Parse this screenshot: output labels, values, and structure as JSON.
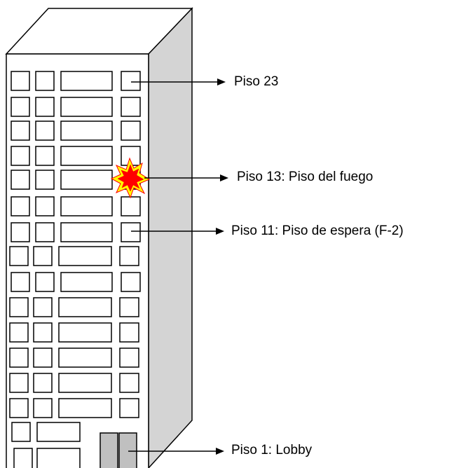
{
  "labels": {
    "floor_top": "Piso 23",
    "floor_fire": "Piso 13: Piso del fuego",
    "floor_staging": "Piso 11: Piso de espera (F-2)",
    "floor_lobby": "Piso 1: Lobby"
  },
  "colors": {
    "building_front": "#ffffff",
    "building_side": "#d4d4d4",
    "outline": "#000000",
    "door": "#c0c0c0",
    "fire_outer": "#ffff00",
    "fire_inner": "#ff0000"
  },
  "icons": {
    "fire": "fire-explosion-icon"
  }
}
